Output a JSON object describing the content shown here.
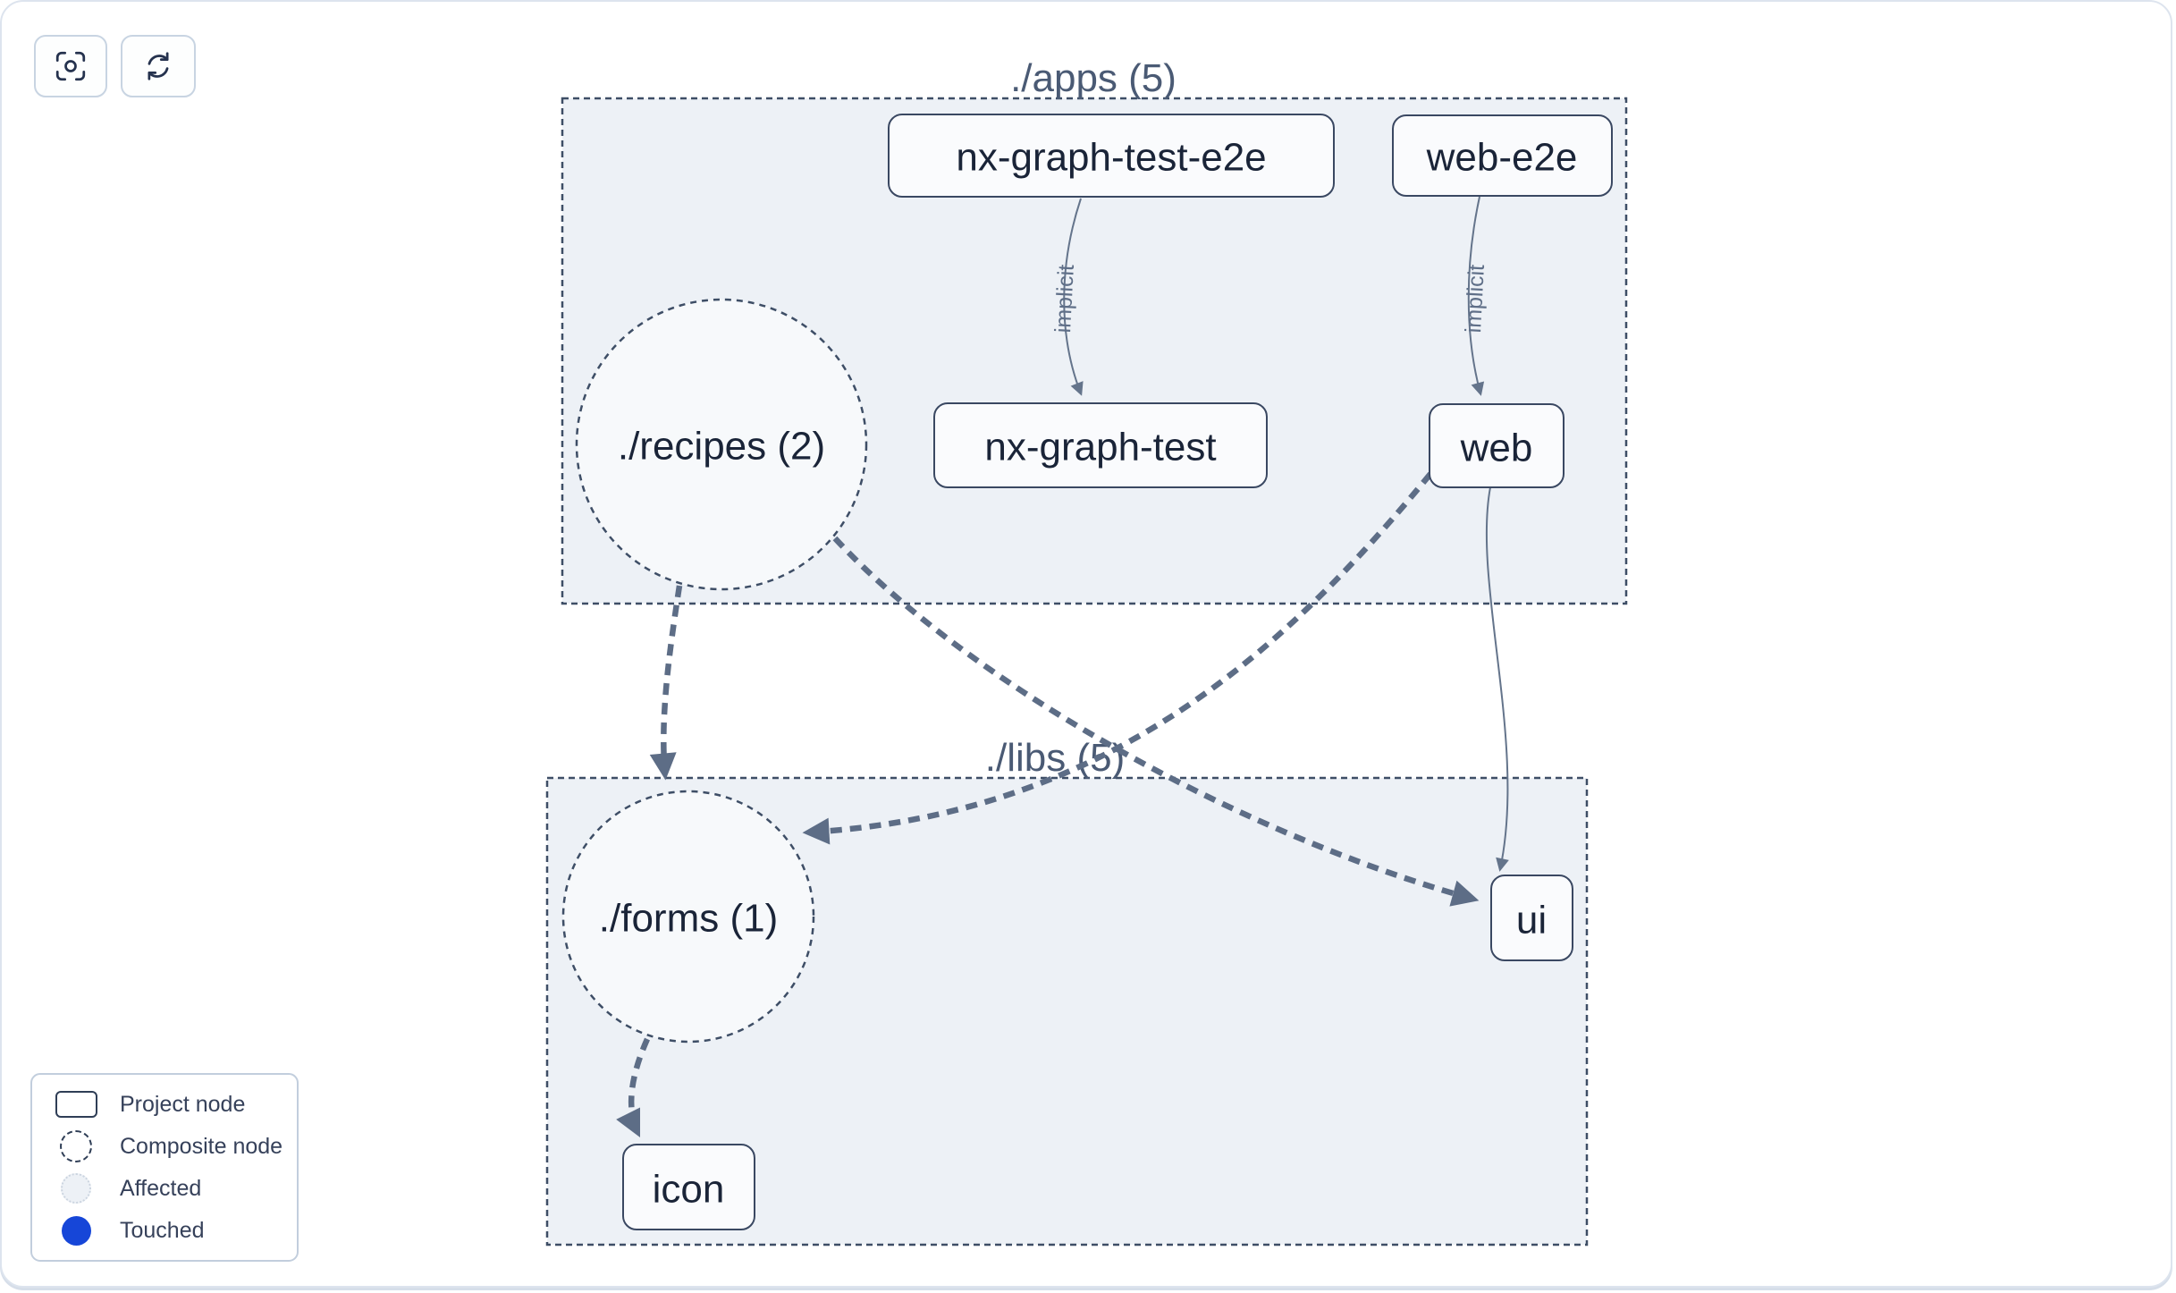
{
  "toolbar": {
    "focus_button": {
      "icon": "focus-icon"
    },
    "refresh_button": {
      "icon": "refresh-icon"
    }
  },
  "graph": {
    "groups": [
      {
        "id": "apps",
        "label": "./apps (5)"
      },
      {
        "id": "libs",
        "label": "./libs (5)"
      }
    ],
    "nodes": [
      {
        "id": "nx-graph-test-e2e",
        "label": "nx-graph-test-e2e",
        "type": "project",
        "group": "apps"
      },
      {
        "id": "web-e2e",
        "label": "web-e2e",
        "type": "project",
        "group": "apps"
      },
      {
        "id": "nx-graph-test",
        "label": "nx-graph-test",
        "type": "project",
        "group": "apps"
      },
      {
        "id": "web",
        "label": "web",
        "type": "project",
        "group": "apps"
      },
      {
        "id": "recipes",
        "label": "./recipes (2)",
        "type": "composite",
        "group": "apps"
      },
      {
        "id": "forms",
        "label": "./forms (1)",
        "type": "composite",
        "group": "libs"
      },
      {
        "id": "ui",
        "label": "ui",
        "type": "project",
        "group": "libs"
      },
      {
        "id": "icon",
        "label": "icon",
        "type": "project",
        "group": "libs"
      }
    ],
    "edges": [
      {
        "from": "nx-graph-test-e2e",
        "to": "nx-graph-test",
        "label": "implicit",
        "style": "thin-curve"
      },
      {
        "from": "web-e2e",
        "to": "web",
        "label": "implicit",
        "style": "thin-curve"
      },
      {
        "from": "recipes",
        "to": "forms",
        "label": "",
        "style": "thick-dashed"
      },
      {
        "from": "recipes",
        "to": "ui",
        "label": "",
        "style": "thick-dashed"
      },
      {
        "from": "web",
        "to": "forms",
        "label": "",
        "style": "thick-dashed"
      },
      {
        "from": "web",
        "to": "ui",
        "label": "",
        "style": "thin-curve"
      },
      {
        "from": "forms",
        "to": "icon",
        "label": "",
        "style": "thick-dashed"
      }
    ]
  },
  "legend": {
    "items": [
      {
        "label": "Project node",
        "swatch": "project-node"
      },
      {
        "label": "Composite node",
        "swatch": "composite-node"
      },
      {
        "label": "Affected",
        "swatch": "affected"
      },
      {
        "label": "Touched",
        "swatch": "touched"
      }
    ]
  },
  "colors": {
    "touched_blue": "#1646d8",
    "edge": "#5d6d86",
    "group_fill": "#edf1f6",
    "dark_border": "#3e4e66",
    "node_text": "#1a2438"
  }
}
